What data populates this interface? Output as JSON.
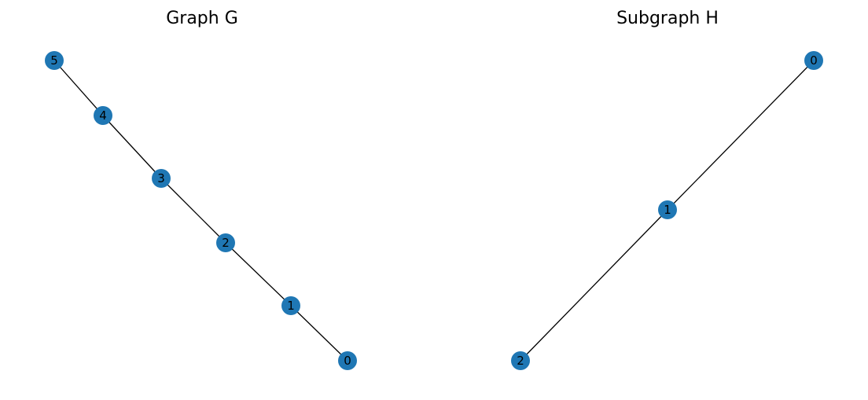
{
  "colors": {
    "node_fill": "#1f77b4",
    "edge": "#000000",
    "label": "#000000",
    "background": "#ffffff"
  },
  "panels": [
    {
      "id": "graph-g",
      "title": "Graph G",
      "nodes": [
        {
          "id": "0",
          "label": "0"
        },
        {
          "id": "1",
          "label": "1"
        },
        {
          "id": "2",
          "label": "2"
        },
        {
          "id": "3",
          "label": "3"
        },
        {
          "id": "4",
          "label": "4"
        },
        {
          "id": "5",
          "label": "5"
        }
      ],
      "edges": [
        [
          "5",
          "4"
        ],
        [
          "4",
          "3"
        ],
        [
          "3",
          "2"
        ],
        [
          "2",
          "1"
        ],
        [
          "1",
          "0"
        ]
      ]
    },
    {
      "id": "subgraph-h",
      "title": "Subgraph H",
      "nodes": [
        {
          "id": "0",
          "label": "0"
        },
        {
          "id": "1",
          "label": "1"
        },
        {
          "id": "2",
          "label": "2"
        }
      ],
      "edges": [
        [
          "0",
          "1"
        ],
        [
          "1",
          "2"
        ]
      ]
    }
  ]
}
